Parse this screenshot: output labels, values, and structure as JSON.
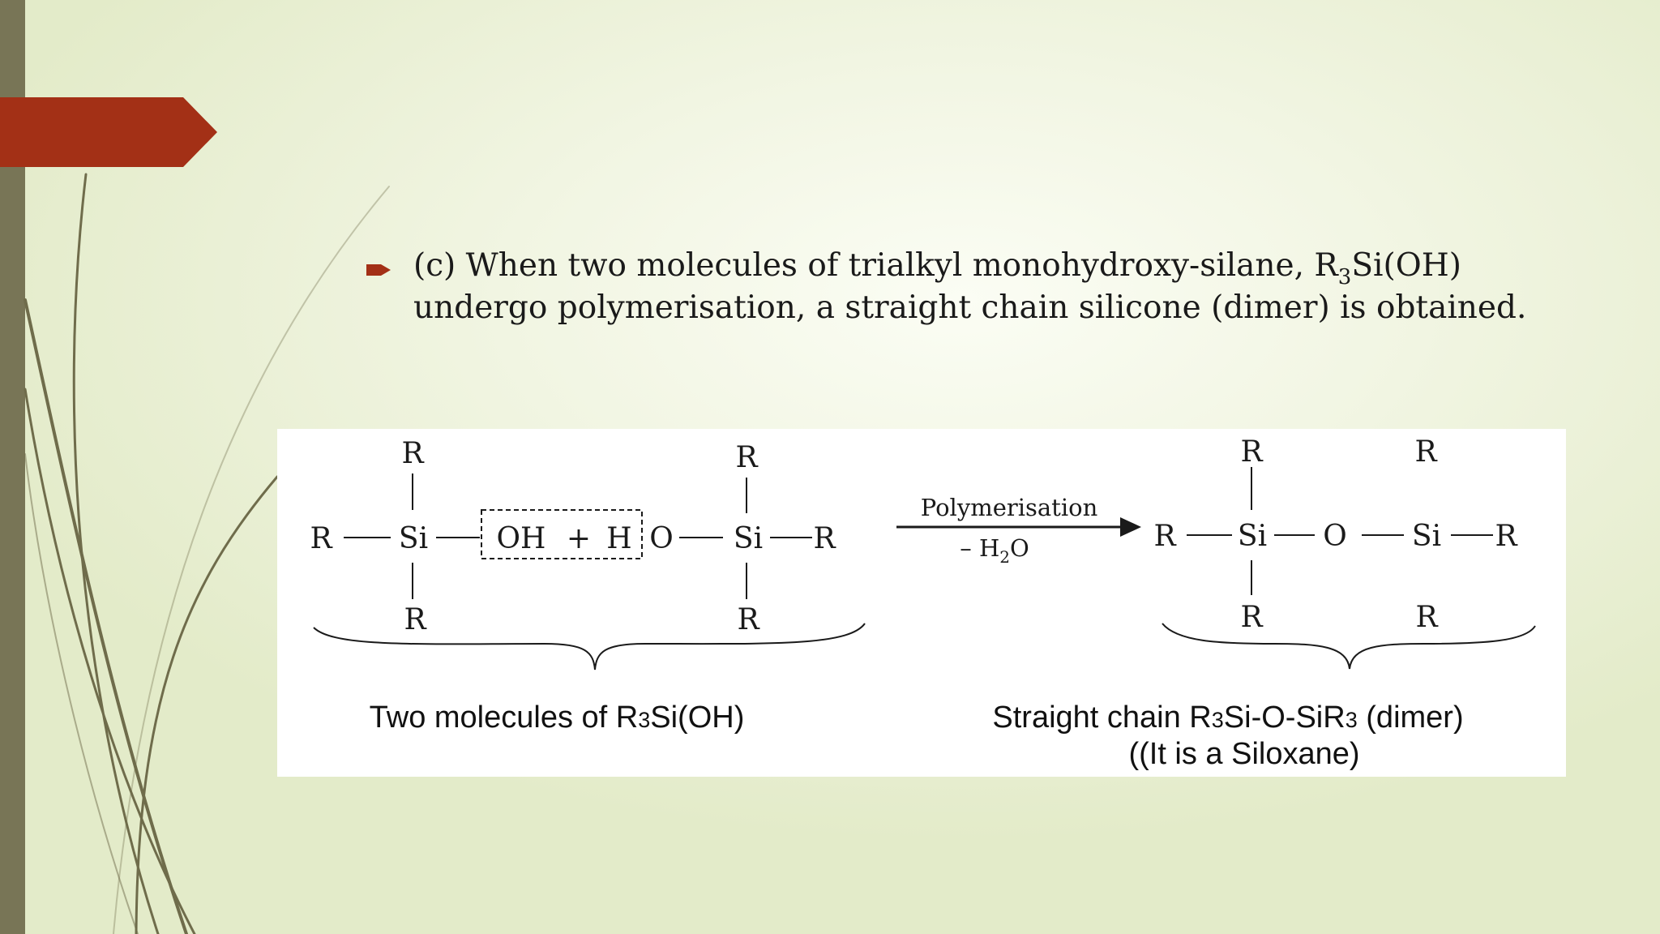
{
  "slide": {
    "colors": {
      "left_bar": "#787556",
      "accent": "#a33016",
      "curves": "#6f6c4b"
    },
    "icons": [
      "arrow-bullet-icon"
    ],
    "bullet": {
      "line1_prefix": "(c) When two molecules of trialkyl monohydroxy-silane, R",
      "line1_sub": "3",
      "line1_suffix": "Si(OH)",
      "line2": "undergo polymerisation, a straight chain silicone (dimer) is obtained."
    }
  },
  "figure": {
    "reactants": {
      "r_top_1": "R",
      "r_left_1": "R",
      "si_1": "Si",
      "r_bottom_1": "R",
      "oh": "OH",
      "plus": "+",
      "h": "H",
      "o": "O",
      "r_top_2": "R",
      "si_2": "Si",
      "r_right_2": "R",
      "r_bottom_2": "R"
    },
    "arrow": {
      "label": "Polymerisation",
      "condition_prefix": "– H",
      "condition_sub": "2",
      "condition_suffix": "O"
    },
    "product": {
      "r_top_1": "R",
      "r_top_2": "R",
      "r_left": "R",
      "si_1": "Si",
      "o": "O",
      "si_2": "Si",
      "r_right": "R",
      "r_bottom_1": "R",
      "r_bottom_2": "R"
    },
    "captions": {
      "left_prefix": "Two molecules of R",
      "left_sub": "3",
      "left_suffix": "Si(OH)",
      "right_prefix": "Straight chain R",
      "right_sub1": "3",
      "right_mid": "Si-O-SiR",
      "right_sub2": "3",
      "right_suffix": " (dimer)",
      "right_line2": "((It is a Siloxane)"
    }
  }
}
